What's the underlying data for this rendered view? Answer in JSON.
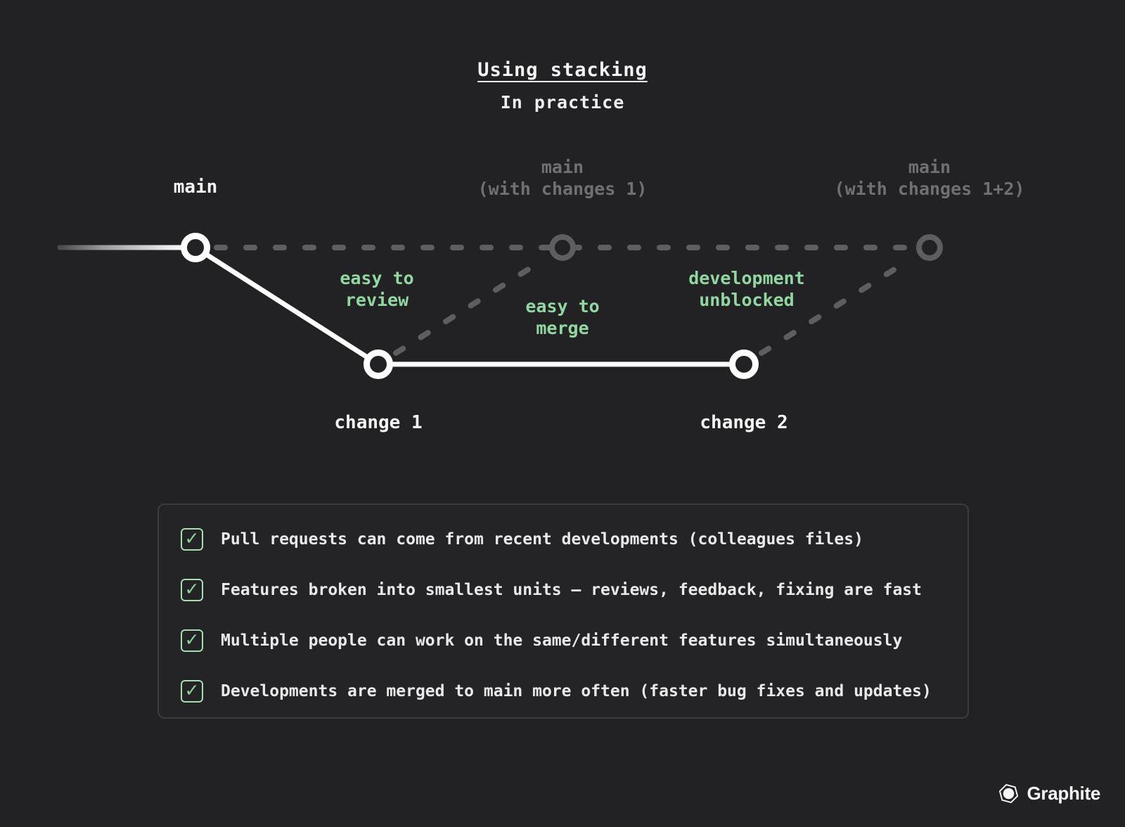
{
  "colors": {
    "background": "#222224",
    "line_white": "#ffffff",
    "ghost_gray": "#5e5e61",
    "ghost_text_gray": "#707074",
    "accent_green": "#92d7a2",
    "checkbox_green": "#a6deb2",
    "panel_border": "#3c3c3f"
  },
  "title": {
    "heading": "Using stacking",
    "subtitle": "In practice"
  },
  "diagram": {
    "main_label": "main",
    "ghost_label_1": "main\n(with changes 1)",
    "ghost_label_2": "main\n(with changes 1+2)",
    "annotation_review": "easy to\nreview",
    "annotation_merge": "easy to\nmerge",
    "annotation_unblocked": "development\nunblocked",
    "change_1_label": "change 1",
    "change_2_label": "change 2"
  },
  "checklist": {
    "check_glyph": "✓",
    "items": [
      "Pull requests can come from recent developments (colleagues files)",
      "Features broken into smallest units — reviews, feedback, fixing are fast",
      "Multiple people can work on the same/different features simultaneously",
      "Developments are merged to main more often (faster bug fixes and updates)"
    ]
  },
  "footer": {
    "brand": "Graphite"
  }
}
